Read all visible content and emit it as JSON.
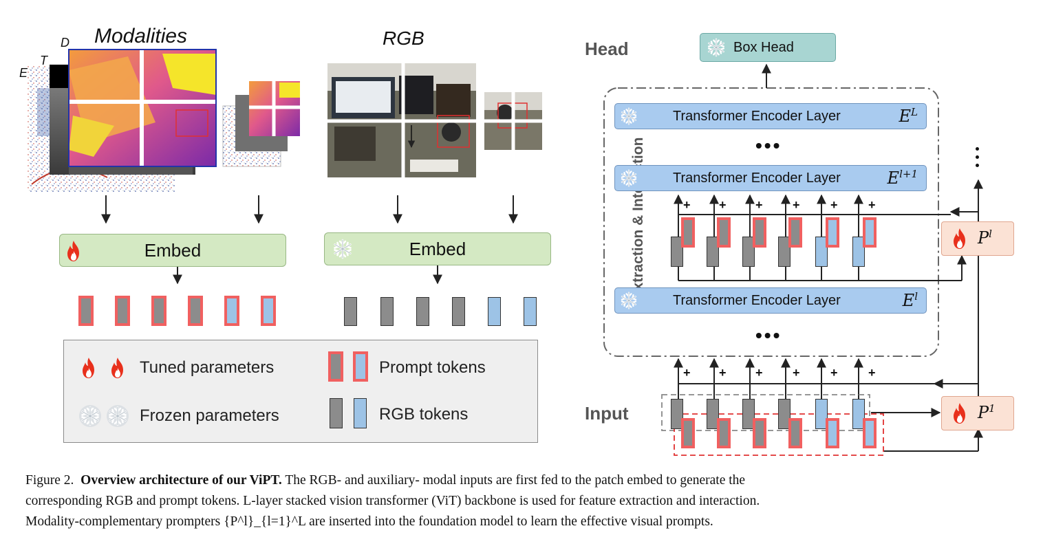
{
  "left_panel": {
    "modalities_title": "Modalities",
    "rgb_title": "RGB",
    "modality_letters": {
      "e": "E",
      "t": "T",
      "d": "D"
    },
    "embed_tuned_label": "Embed",
    "embed_frozen_label": "Embed",
    "prompt_token_row": [
      "gray",
      "gray",
      "gray",
      "gray",
      "blue",
      "blue"
    ],
    "rgb_token_row": [
      "gray",
      "gray",
      "gray",
      "gray",
      "blue",
      "blue"
    ]
  },
  "legend": {
    "tuned": "Tuned parameters",
    "prompt_tokens": "Prompt tokens",
    "frozen": "Frozen parameters",
    "rgb_tokens": "RGB tokens"
  },
  "right_panel": {
    "head_label": "Head",
    "input_label": "Input",
    "box_head": "Box Head",
    "side_label": "Extraction & Interaction",
    "encoder_label": "Transformer Encoder Layer",
    "encoders": [
      {
        "symbol": "E",
        "sup": "L"
      },
      {
        "symbol": "E",
        "sup": "l+1"
      },
      {
        "symbol": "E",
        "sup": "l"
      }
    ],
    "ellipsis": "•••",
    "prompters": [
      {
        "symbol": "P",
        "sup": "l"
      },
      {
        "symbol": "P",
        "sup": "1"
      }
    ],
    "plus": "+"
  },
  "caption": {
    "fig": "Figure 2.",
    "bold": "Overview architecture of our ViPT.",
    "line1": "The RGB- and auxiliary- modal inputs are first fed to the patch embed to generate the",
    "line2": "corresponding RGB and prompt tokens. L-layer stacked vision transformer (ViT) backbone is used for feature extraction and interaction.",
    "line3": "Modality-complementary prompters {P^l}_{l=1}^L are inserted into the foundation model to learn the effective visual prompts."
  },
  "colors": {
    "embed_green": "#d4e9c3",
    "encoder_blue": "#a9cbef",
    "prompter_peach": "#fbe2d5",
    "prompt_red": "#f06060",
    "token_gray": "#8c8c8c",
    "token_blue": "#9dc3e6",
    "flame": "#e8301c"
  },
  "icons": [
    "flame-icon",
    "snowflake-icon"
  ]
}
